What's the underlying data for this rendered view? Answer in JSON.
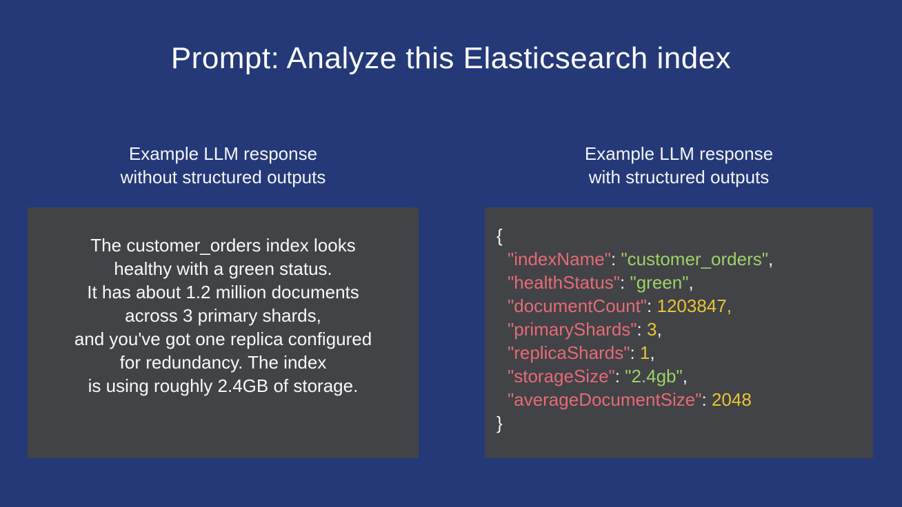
{
  "colors": {
    "background": "#253978",
    "panel": "#414347",
    "text": "#f7f8f8",
    "json_key": "#e66a78",
    "json_string": "#9ed167",
    "json_number": "#e9c436",
    "json_punct": "#f3f4f5"
  },
  "title": "Prompt: Analyze this Elasticsearch index",
  "left_column": {
    "header_line1": "Example LLM response",
    "header_line2": "without structured outputs",
    "body_lines": [
      "The customer_orders index looks",
      "healthy with a green status.",
      "It has about 1.2 million documents",
      "across 3 primary shards,",
      "and you've got one replica configured",
      "for redundancy. The index",
      "is using roughly 2.4GB of storage."
    ]
  },
  "right_column": {
    "header_line1": "Example LLM response",
    "header_line2": "with structured outputs",
    "json_response": {
      "open_brace": "{",
      "close_brace": "}",
      "lines": [
        {
          "key": "\"indexName\"",
          "sep": ": ",
          "value": "\"customer_orders\"",
          "comma": ","
        },
        {
          "key": "\"healthStatus\"",
          "sep": ": ",
          "value": "\"green\"",
          "comma": ","
        },
        {
          "key": "\"documentCount\"",
          "sep": ": ",
          "value": "1203847,",
          "comma": ""
        },
        {
          "key": "\"primaryShards\"",
          "sep": ": ",
          "value": "3",
          "comma": ","
        },
        {
          "key": "\"replicaShards\"",
          "sep": ": ",
          "value": "1",
          "comma": ","
        },
        {
          "key": "\"storageSize\"",
          "sep": ": ",
          "value": "\"2.4gb\"",
          "comma": ","
        },
        {
          "key": "\"averageDocumentSize\"",
          "sep": ": ",
          "value": "2048",
          "comma": ""
        }
      ]
    }
  }
}
